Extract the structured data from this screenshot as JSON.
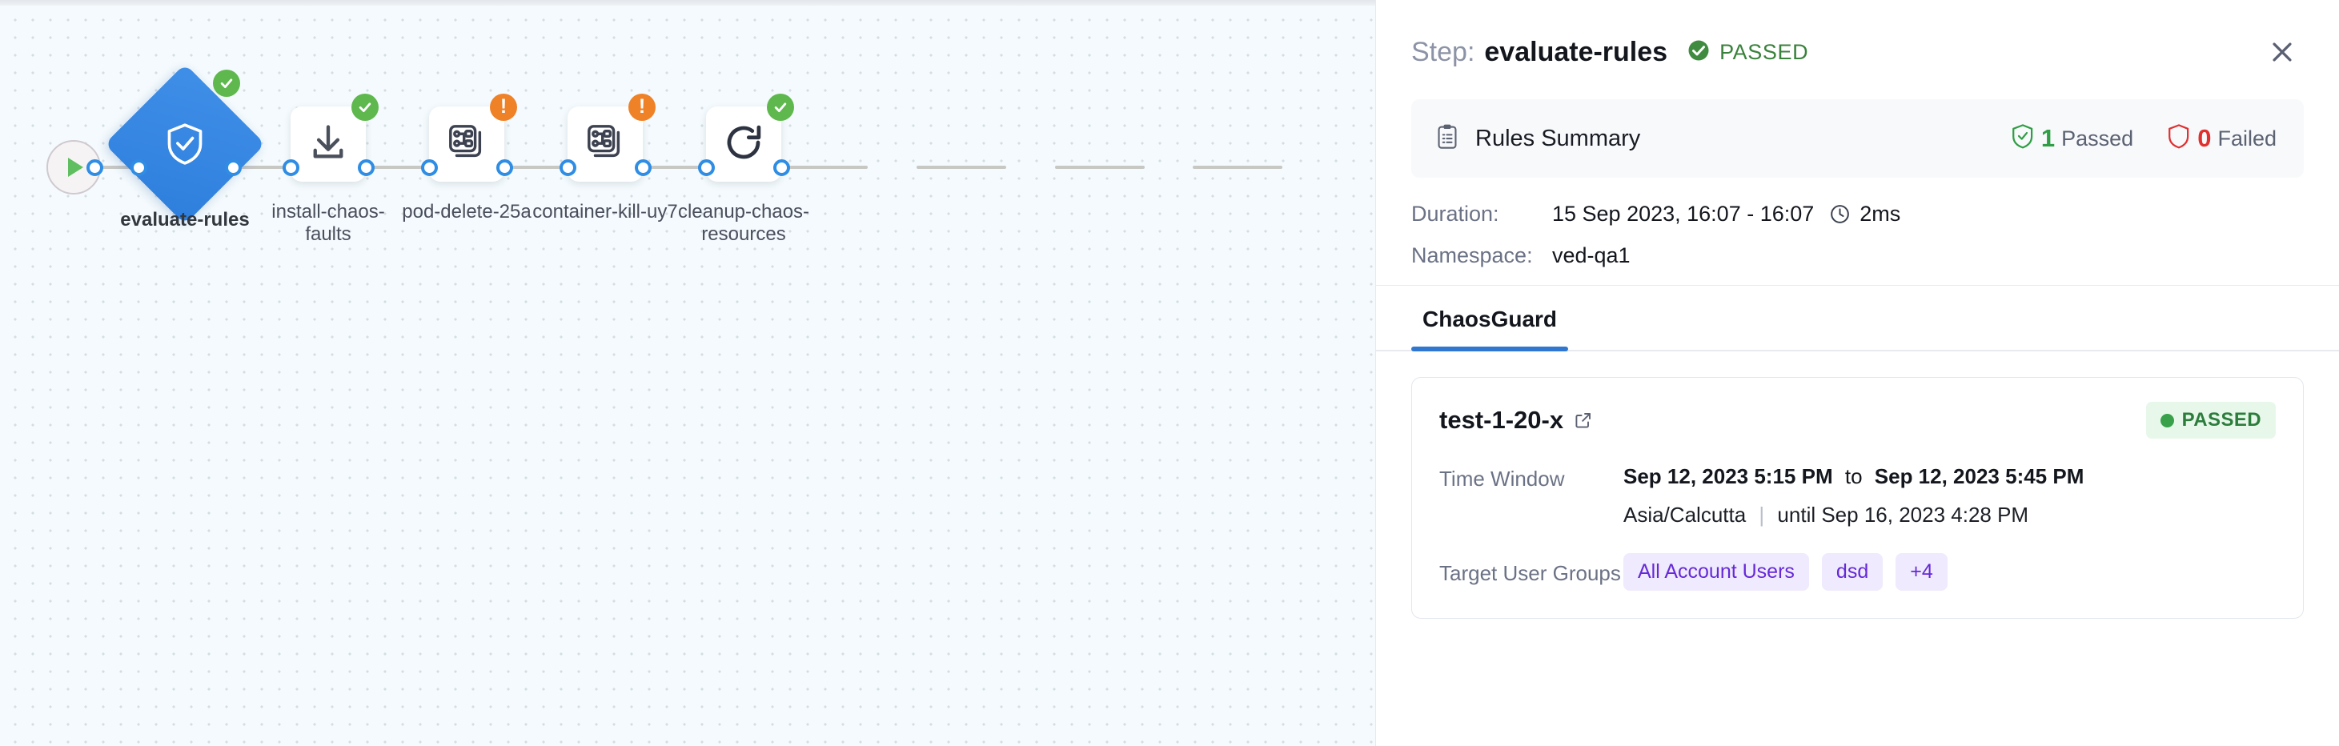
{
  "pipeline": {
    "start_node": {
      "name": "start-node",
      "icon": "play-icon"
    },
    "nodes": [
      {
        "label": "evaluate-rules",
        "icon": "shield-check-icon",
        "status": "success",
        "shape": "diamond"
      },
      {
        "label": "install-chaos-\nfaults",
        "icon": "download-icon",
        "status": "success",
        "shape": "box"
      },
      {
        "label": "pod-delete-25a",
        "icon": "chaos-fault-icon",
        "status": "warning",
        "shape": "box"
      },
      {
        "label": "container-kill-uy7",
        "icon": "chaos-fault-icon",
        "status": "warning",
        "shape": "box"
      },
      {
        "label": "cleanup-chaos-\nresources",
        "icon": "refresh-icon",
        "status": "success",
        "shape": "box"
      }
    ]
  },
  "panel": {
    "title_prefix": "Step:",
    "title_name": "evaluate-rules",
    "status_text": "PASSED",
    "close_label": "×",
    "rules_summary": {
      "title": "Rules Summary",
      "passed_count": "1",
      "passed_label": "Passed",
      "failed_count": "0",
      "failed_label": "Failed"
    },
    "meta": {
      "duration_key": "Duration:",
      "duration_value": "15 Sep 2023, 16:07 - 16:07",
      "duration_elapsed": "2ms",
      "namespace_key": "Namespace:",
      "namespace_value": "ved-qa1"
    },
    "tabs": [
      {
        "label": "ChaosGuard",
        "active": true
      }
    ],
    "test_card": {
      "name": "test-1-20-x",
      "status_badge": "PASSED",
      "time_window_key": "Time Window",
      "time_window_start": "Sep 12, 2023 5:15 PM",
      "time_window_join": "to",
      "time_window_end": "Sep 12, 2023 5:45 PM",
      "timezone": "Asia/Calcutta",
      "until_text": "until Sep 16, 2023 4:28 PM",
      "user_groups_key": "Target User Groups",
      "user_groups": [
        "All Account Users",
        "dsd",
        "+4"
      ]
    }
  },
  "colors": {
    "accent_blue": "#2f77d0",
    "success_green": "#5eb84d",
    "warning_orange": "#ef8127",
    "fail_red": "#e03131",
    "chip_purple": "#6629d8",
    "canvas_bg": "#f4fafd"
  }
}
